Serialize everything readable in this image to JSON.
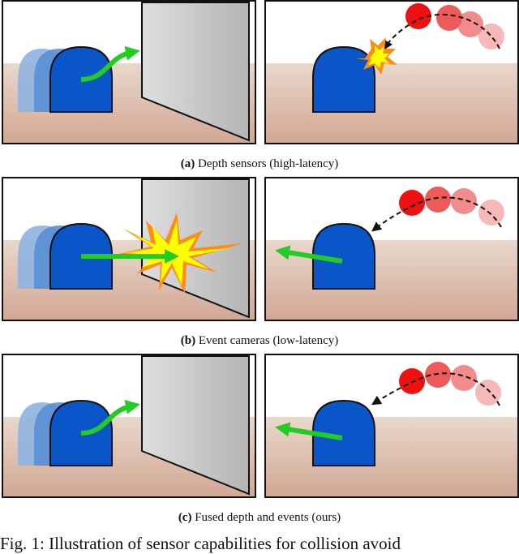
{
  "rows": [
    {
      "caption_label": "(a)",
      "caption_text": "Depth sensors (high-latency)",
      "left_scene": "robot turns away from wall",
      "right_scene": "ball hits robot"
    },
    {
      "caption_label": "(b)",
      "caption_text": "Event cameras (low-latency)",
      "left_scene": "robot crashes into wall",
      "right_scene": "robot dodges ball"
    },
    {
      "caption_label": "(c)",
      "caption_text": "Fused depth and events (ours)",
      "left_scene": "robot turns away from wall",
      "right_scene": "robot dodges ball"
    }
  ],
  "figure_caption": "Fig. 1: Illustration of sensor capabilities for collision avoid",
  "colors": {
    "robot": "#0a55c8",
    "robot_ghost": "#6f9fd8",
    "floor_top": "#e6d4c8",
    "floor_bottom": "#d7ab98",
    "wall": "#c8c8c8",
    "arrow": "#22cc22",
    "ball": "#ee1111",
    "explosion_outer": "#ff8c1a",
    "explosion_inner": "#ffff00"
  }
}
